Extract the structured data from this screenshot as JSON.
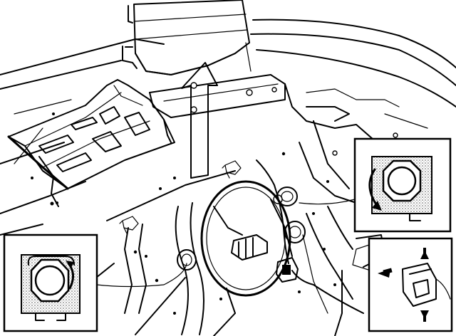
{
  "figure": {
    "kind": "technical-line-illustration",
    "subject": "fuel-pump-access-panel",
    "colors": {
      "ink": "#000000",
      "paper": "#ffffff",
      "stipple": "#7a7a7a"
    },
    "icons": [
      "seat-cushion",
      "removal-arrow",
      "access-cover",
      "wiring-connector",
      "nut-detail",
      "connector-detail"
    ]
  }
}
